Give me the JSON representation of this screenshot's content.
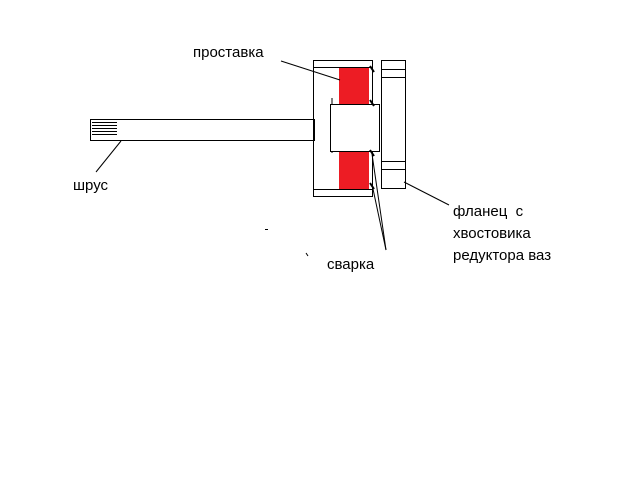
{
  "labels": {
    "spacer": "проставка",
    "cv_joint": "шрус",
    "weld": "сварка",
    "flange_lines": [
      "фланец  с",
      "хвостовика",
      "редуктора ваз"
    ]
  },
  "colors": {
    "outline": "#000000",
    "spacer_fill": "#ed1c24",
    "background": "#ffffff"
  }
}
